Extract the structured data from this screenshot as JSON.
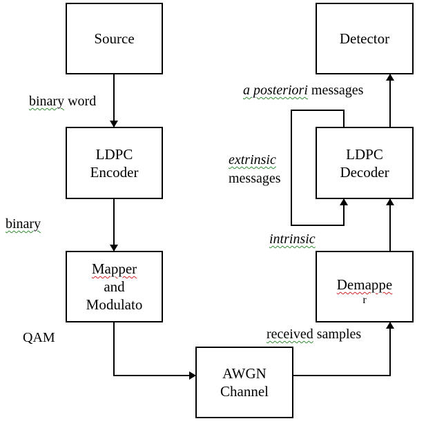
{
  "blocks": {
    "source": {
      "line1": "Source"
    },
    "encoder": {
      "line1": "LDPC",
      "line2": "Encoder"
    },
    "mapper": {
      "line1": "Mapper",
      "line2": "and",
      "line3": "Modulato"
    },
    "awgn": {
      "line1": "AWGN",
      "line2": "Channel"
    },
    "detector": {
      "line1": "Detector"
    },
    "decoder": {
      "line1": "LDPC",
      "line2": "Decoder"
    },
    "demapper": {
      "line1": "Demappe",
      "line2": "r"
    }
  },
  "labels": {
    "binary_word_1": "binary",
    "binary_word_2": " word",
    "binary": "binary",
    "qam": "QAM",
    "received_1": "received",
    "received_2": " samples",
    "intrinsic": "intrinsic",
    "extrinsic": "extrinsic",
    "messages": "messages",
    "aposteriori_1": "a posteriori",
    "aposteriori_2": " messages"
  },
  "colors": {
    "line": "#000000",
    "grammar_squiggle": "#2e8b2e",
    "spell_squiggle": "#d02020"
  }
}
